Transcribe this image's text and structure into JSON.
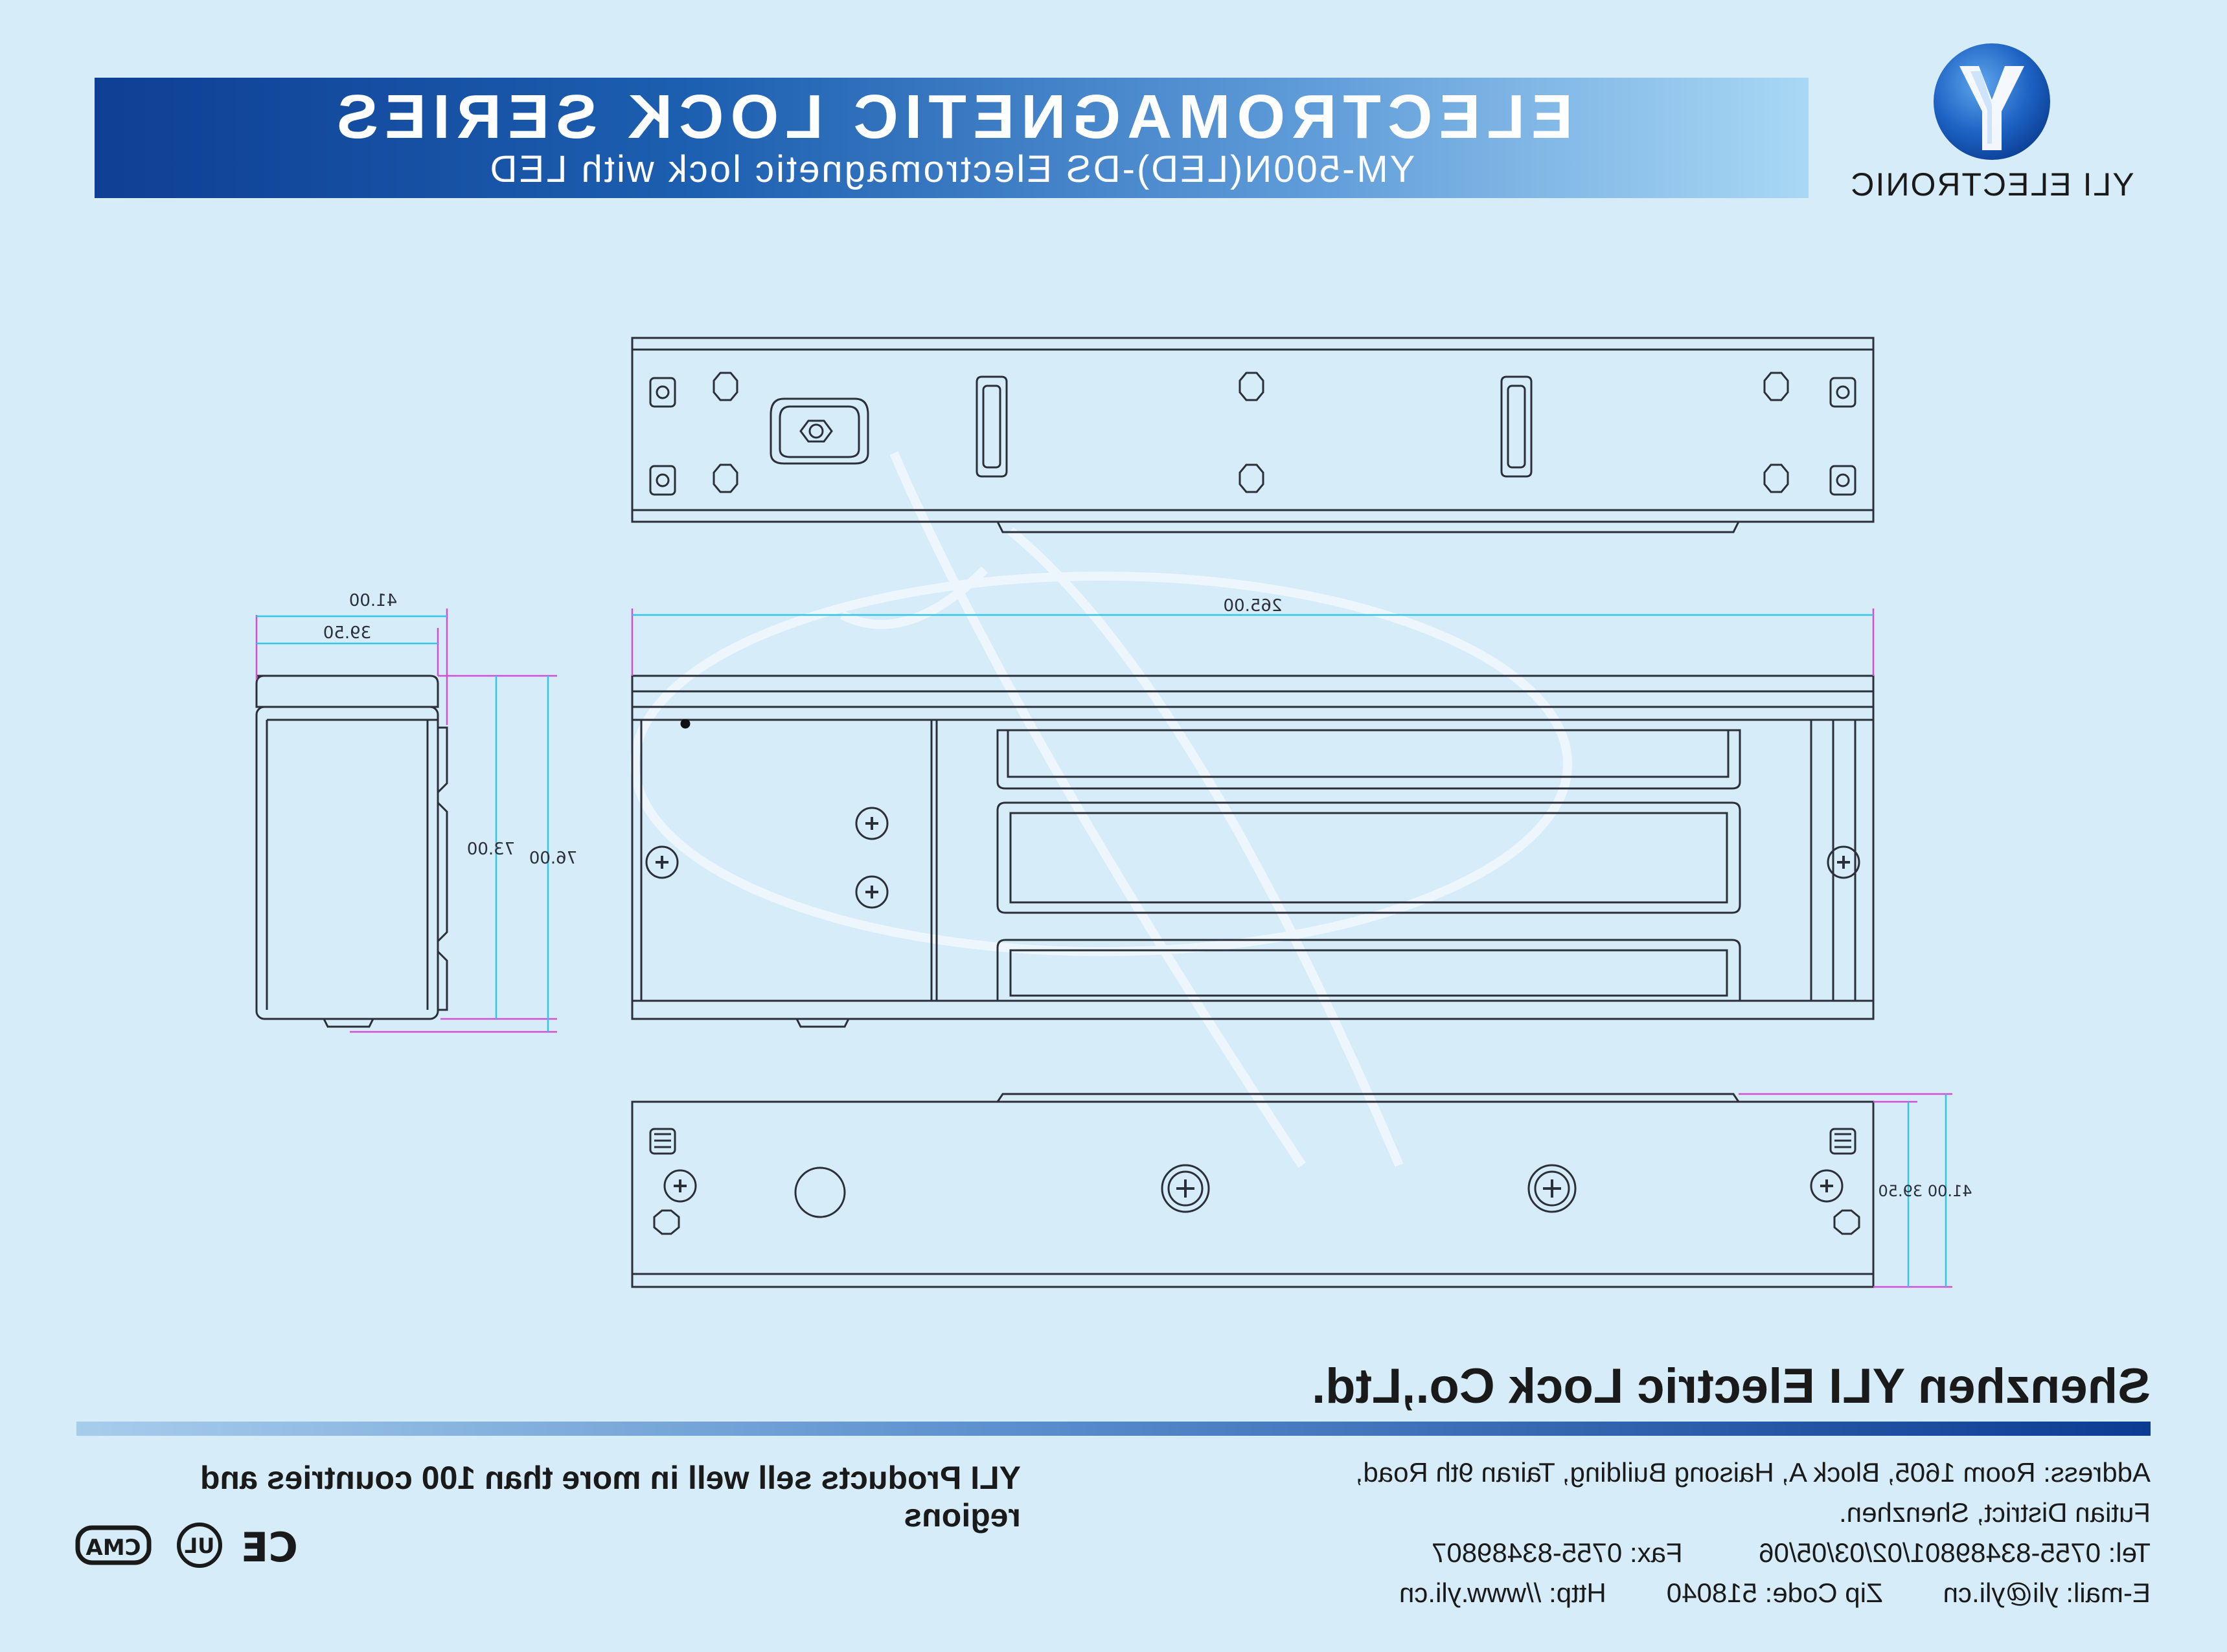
{
  "header": {
    "title": "ELECTROMAGNETIC LOCK SERIES",
    "subtitle": "YM-500N(LED)-DS Electromagnetic lock with  LED"
  },
  "brand": {
    "name": "YLI ELECTRONIC",
    "logo_icon": "yli-y-logo-icon",
    "colors": {
      "logo": "#1e63c4",
      "band_start": "#0e3f95",
      "band_end": "#a9d8f5",
      "dim_line": "#33c6e6",
      "dim_extension": "#d24fd0"
    }
  },
  "dimensions": {
    "side_width_outer": "41.00",
    "side_width_inner": "39.50",
    "side_height_inner": "73.00",
    "side_height_outer": "76.00",
    "front_length": "265.00",
    "plate_height": "41.00 39.50"
  },
  "company": {
    "name": "Shenzhen YLI Electric Lock Co.,Ltd.",
    "tagline": "YLI Products sell well in more than 100 countries and regions",
    "address_line1": "Address: Room 1605, Block A, Haisong Building, Tairan 9th Road,",
    "address_line2": "Futian District, Shenzhen.",
    "tel": "Tel: 0755-83489801/02/03/05/06",
    "fax": "Fax: 0755-83489807",
    "email": "E-mail: yli@yli.cn",
    "zip": "Zip Code: 518040",
    "http": "Http: //www.yli.cn",
    "certifications": [
      "CMA",
      "UL",
      "CE"
    ]
  }
}
